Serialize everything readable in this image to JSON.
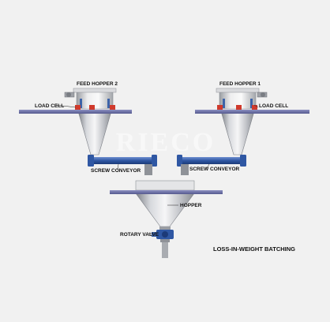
{
  "watermark": "RIECO",
  "labels": {
    "feed_hopper_2": "FEED HOPPER 2",
    "feed_hopper_1": "FEED HOPPER 1",
    "load_cell_left": "LOAD CELL",
    "load_cell_right": "LOAD CELL",
    "screw_conveyor_left": "SCREW CONVEYOR",
    "screw_conveyor_right": "SCREW CONVEYOR",
    "hopper": "HOPPER",
    "rotary_valve": "ROTARY VALVE",
    "caption": "LOSS-IN-WEIGHT BATCHING"
  },
  "colors": {
    "background": "#f1f1f1",
    "platform": "#6b6fa6",
    "screw_conveyor": "#3d63a8",
    "load_cell": "#d03a2c",
    "steel": "#b9bcc2"
  }
}
